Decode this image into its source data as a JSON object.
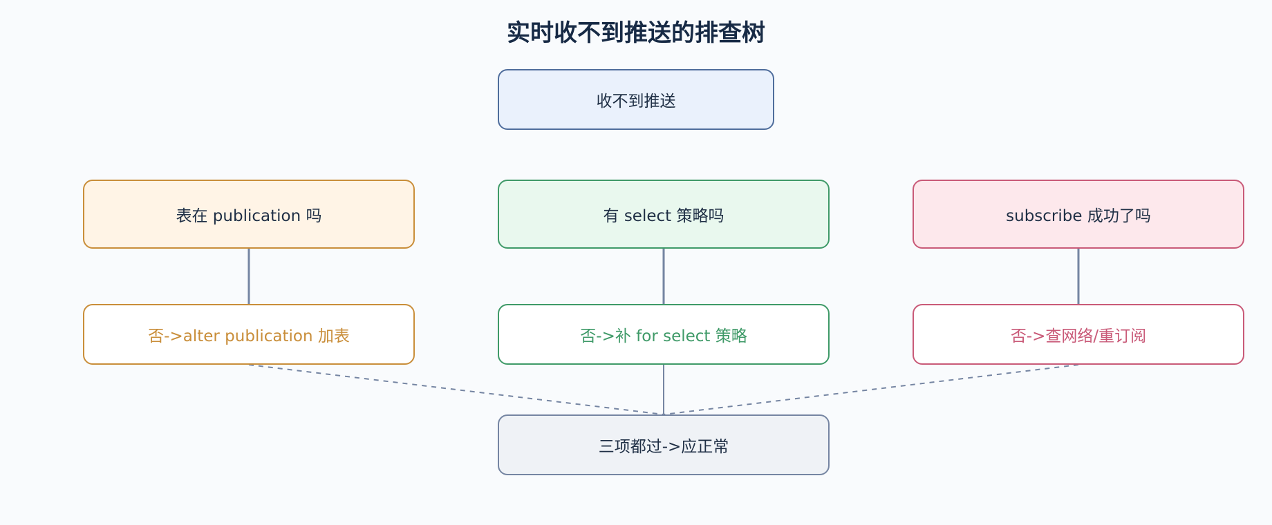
{
  "title": "实时收不到推送的排查树",
  "nodes": {
    "root": "收不到推送",
    "q1": "表在 publication 吗",
    "q2": "有 select 策略吗",
    "q3": "subscribe 成功了吗",
    "a1": "否->alter publication 加表",
    "a2": "否->补 for select 策略",
    "a3": "否->查网络/重订阅",
    "final": "三项都过->应正常"
  },
  "colors": {
    "edge": "#7585a2",
    "check_1": "#c98e3a",
    "check_2": "#3f9a68",
    "check_3": "#c95a78"
  }
}
